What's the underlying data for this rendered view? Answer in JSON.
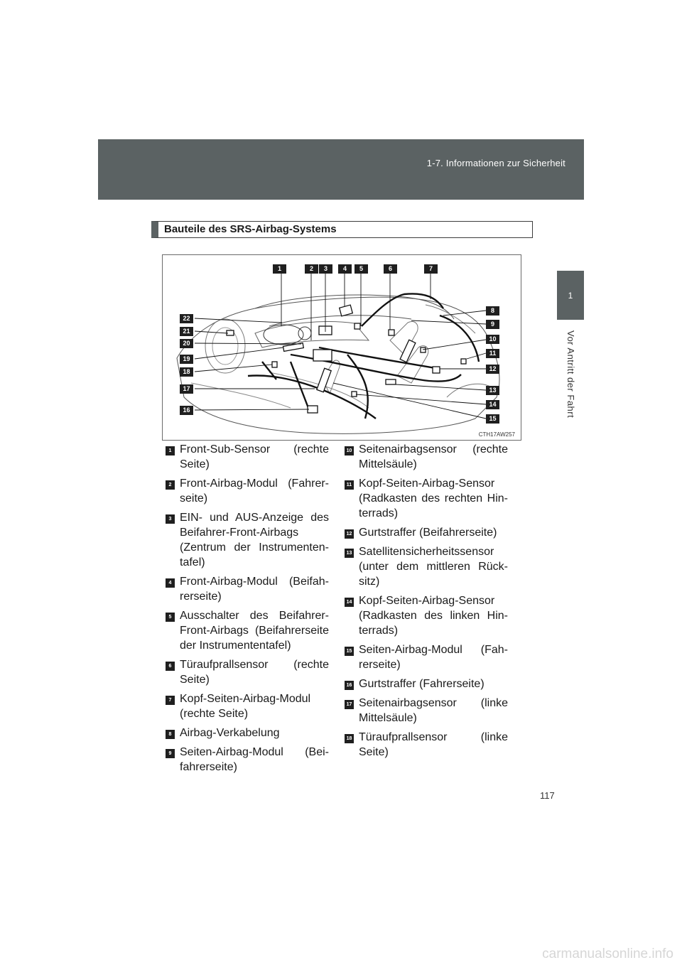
{
  "header": {
    "section": "1-7. Informationen zur Sicherheit"
  },
  "side_tab": {
    "number": "1",
    "chapter": "Vor Antritt der Fahrt"
  },
  "section_title": "Bauteile des SRS-Airbag-Systems",
  "figure": {
    "code": "CTH17AW257",
    "callouts": [
      "1",
      "2",
      "3",
      "4",
      "5",
      "6",
      "7",
      "8",
      "9",
      "10",
      "11",
      "12",
      "13",
      "14",
      "15",
      "16",
      "17",
      "18",
      "19",
      "20",
      "21",
      "22"
    ]
  },
  "left_items": [
    {
      "num": "1",
      "text": "Front-Sub-Sensor (rechte Seite)"
    },
    {
      "num": "2",
      "text": "Front-Airbag-Modul (Fahrer-seite)"
    },
    {
      "num": "3",
      "text": "EIN- und AUS-Anzeige des Beifahrer-Front-Airbags (Zentrum der Instrumenten-tafel)"
    },
    {
      "num": "4",
      "text": "Front-Airbag-Modul (Beifah-rerseite)"
    },
    {
      "num": "5",
      "text": "Ausschalter des Beifahrer-Front-Airbags (Beifahrerseite der Instrumententafel)"
    },
    {
      "num": "6",
      "text": "Türaufprallsensor (rechte Seite)"
    },
    {
      "num": "7",
      "text": "Kopf-Seiten-Airbag-Modul (rechte Seite)"
    },
    {
      "num": "8",
      "text": "Airbag-Verkabelung"
    },
    {
      "num": "9",
      "text": "Seiten-Airbag-Modul (Bei-fahrerseite)"
    }
  ],
  "right_items": [
    {
      "num": "10",
      "text": "Seitenairbagsensor (rechte Mittelsäule)"
    },
    {
      "num": "11",
      "text": "Kopf-Seiten-Airbag-Sensor (Radkasten des rechten Hin-terrads)"
    },
    {
      "num": "12",
      "text": "Gurtstraffer (Beifahrerseite)"
    },
    {
      "num": "13",
      "text": "Satellitensicherheitssensor (unter dem mittleren Rück-sitz)"
    },
    {
      "num": "14",
      "text": "Kopf-Seiten-Airbag-Sensor (Radkasten des linken Hin-terrads)"
    },
    {
      "num": "15",
      "text": "Seiten-Airbag-Modul (Fah-rerseite)"
    },
    {
      "num": "16",
      "text": "Gurtstraffer (Fahrerseite)"
    },
    {
      "num": "17",
      "text": "Seitenairbagsensor (linke Mittelsäule)"
    },
    {
      "num": "18",
      "text": "Türaufprallsensor (linke Seite)"
    }
  ],
  "page_number": "117",
  "watermark": "carmanualsonline.info"
}
